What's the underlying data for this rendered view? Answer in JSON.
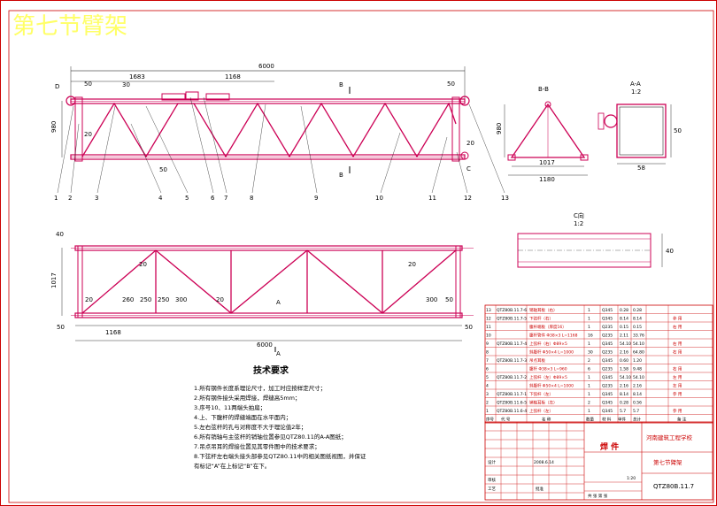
{
  "drawing": {
    "title": "第七节臂架",
    "top_view": {
      "overall_length": "6000",
      "dim_left": "1683",
      "dim_mid": "1168",
      "height_dim": "980",
      "dim_50_a": "50",
      "dim_50_b": "50",
      "dim_50_c": "50",
      "dim_20_a": "20",
      "dim_20_b": "20",
      "dim_30": "30",
      "section_b_top": "B",
      "section_b_bottom": "B",
      "label_c": "C",
      "label_d": "D",
      "label_1": "1",
      "callouts": [
        "1",
        "2",
        "3",
        "4",
        "5",
        "6",
        "7",
        "8",
        "9",
        "10",
        "11",
        "12",
        "13"
      ]
    },
    "bottom_view": {
      "overall_length": "6000",
      "dim_1168": "1168",
      "width_dim": "1017",
      "dim_40": "40",
      "dim_50_a": "50",
      "dim_50_b": "50",
      "dim_20_a": "20",
      "dim_20_b": "20",
      "dim_20_c": "20",
      "dim_20_d": "20",
      "dim_260": "260",
      "dim_250_a": "250",
      "dim_250_b": "250",
      "dim_300_a": "300",
      "dim_300_b": "300",
      "dim_50_c": "50",
      "label_a": "A",
      "label_a2": "A"
    },
    "section_bb": {
      "title": "B-B",
      "height": "980",
      "width_inner": "1017",
      "width_outer": "1180"
    },
    "section_aa": {
      "title": "A-A",
      "scale": "1:2",
      "width": "58",
      "height": "50"
    },
    "section_c": {
      "title": "C向",
      "scale": "1:2",
      "dim": "40"
    },
    "tech_notes": {
      "heading": "技术要求",
      "lines": [
        "1.所有钢件长度系理论尺寸，加工时应按样定尺寸；",
        "2.所有钢件接头采用焊接，焊缝高5mm；",
        "3.序号10、11两端头拍扁；",
        "4.上、下腹杆的焊缝端面在水平面内；",
        "5.左右弦杆的孔与对称度不大于理论值2年；",
        "6.所有销轴与主弦杆的销轴位置参见QTZ80.11的A-A图纸；",
        "7.吊点吊耳的焊接位置见其零件图中的技术要求；",
        "8.下弦杆左右端头接头部参见QTZ80.11中的相关图纸视图，并保证",
        "  有标记“A”在上标记“B”在下。"
      ]
    },
    "parts_table": {
      "rows": [
        {
          "no": "13",
          "code": "QTZ80B.11.7-6",
          "name": "销轴耳板（右）",
          "qty": "1",
          "mat": "Q345",
          "w1": "0.28",
          "w2": "0.28",
          "note": ""
        },
        {
          "no": "12",
          "code": "QTZ80B.11.7-5",
          "name": "下弦杆（右）",
          "qty": "1",
          "mat": "Q345",
          "w1": "8.14",
          "w2": "8.14",
          "note": "参 用"
        },
        {
          "no": "11",
          "code": "",
          "name": "腹杆端板（厚度16）",
          "qty": "1",
          "mat": "Q235",
          "w1": "0.15",
          "w2": "0.15",
          "note": "右 用"
        },
        {
          "no": "10",
          "code": "",
          "name": "腹杆管件 Φ38×3 L=1168",
          "qty": "16",
          "mat": "Q235",
          "w1": "2.11",
          "w2": "33.76",
          "note": ""
        },
        {
          "no": "9",
          "code": "QTZ80B.11.7-4",
          "name": "上弦杆（右）Φ89×5",
          "qty": "1",
          "mat": "Q345",
          "w1": "54.10",
          "w2": "54.10",
          "note": "右 用"
        },
        {
          "no": "8",
          "code": "",
          "name": "斜腹杆 Φ50×4 L=1000",
          "qty": "30",
          "mat": "Q235",
          "w1": "2.16",
          "w2": "64.80",
          "note": "右 用"
        },
        {
          "no": "7",
          "code": "QTZ80B.11.7-3",
          "name": "吊点耳板",
          "qty": "2",
          "mat": "Q345",
          "w1": "0.60",
          "w2": "1.20",
          "note": ""
        },
        {
          "no": "6",
          "code": "",
          "name": "腹杆 Φ38×3 L=960",
          "qty": "6",
          "mat": "Q235",
          "w1": "1.58",
          "w2": "9.48",
          "note": "右 用"
        },
        {
          "no": "5",
          "code": "QTZ80B.11.7-2",
          "name": "上弦杆（左）Φ89×5",
          "qty": "1",
          "mat": "Q345",
          "w1": "54.10",
          "w2": "54.10",
          "note": "左 用"
        },
        {
          "no": "4",
          "code": "",
          "name": "斜腹杆 Φ50×4 L=1000",
          "qty": "1",
          "mat": "Q235",
          "w1": "2.16",
          "w2": "2.16",
          "note": "左 用"
        },
        {
          "no": "3",
          "code": "QTZ80B.11.7-1",
          "name": "下弦杆（左）",
          "qty": "1",
          "mat": "Q345",
          "w1": "8.14",
          "w2": "8.14",
          "note": "参 用"
        },
        {
          "no": "2",
          "code": "QTZ80B.11.6-5",
          "name": "销轴耳板（左）",
          "qty": "2",
          "mat": "Q345",
          "w1": "0.28",
          "w2": "0.56",
          "note": ""
        },
        {
          "no": "1",
          "code": "QTZ80B.11.6-4",
          "name": "上弦杆（左）",
          "qty": "1",
          "mat": "Q345",
          "w1": "5.7",
          "w2": "5.7",
          "note": "参 用"
        }
      ],
      "header": [
        "序号",
        "代 号",
        "名 称",
        "数量",
        "材 料",
        "单件",
        "总计",
        "备 注"
      ]
    },
    "title_block": {
      "part_type": "焊 件",
      "company": "河南建筑工程学校",
      "drawing_name": "第七节臂架",
      "drawing_no": "QTZ80B.11.7",
      "scale": "1:20",
      "sheet": "共  张  第  张",
      "designer_label": "设计",
      "checker_label": "审核",
      "process_label": "工艺",
      "approve_label": "批准",
      "date": "2008.6.14"
    }
  },
  "colors": {
    "background": "#ffffff",
    "frame": "#cc0000",
    "truss": "#cc0055",
    "dim": "#000000",
    "title": "#ffff66"
  }
}
